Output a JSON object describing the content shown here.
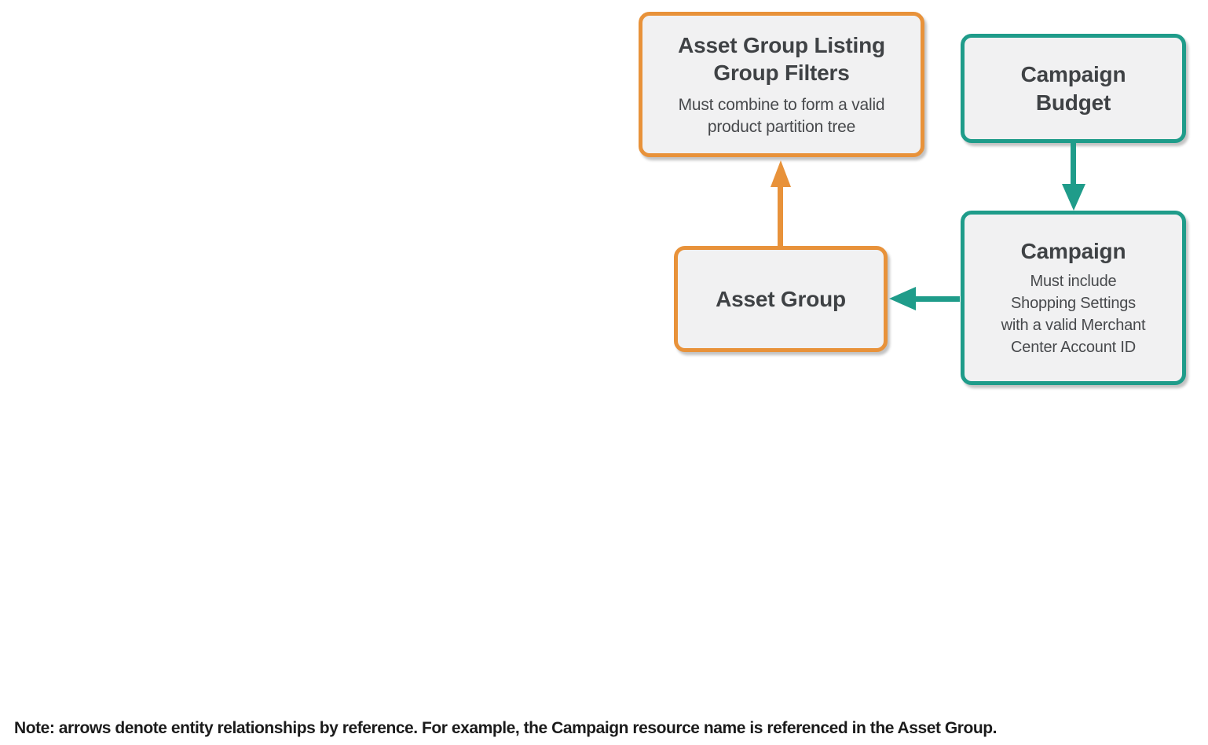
{
  "diagram": {
    "colors": {
      "orange": "#E8923A",
      "teal": "#1F9C8A",
      "box_fill": "#F1F1F2",
      "title_text": "#3F4245",
      "body_text": "#47494C",
      "note_text": "#1B1B1B"
    },
    "nodes": {
      "listing": {
        "title": "Asset Group Listing\nGroup Filters",
        "subtitle": "Must combine to form a valid\nproduct partition tree",
        "accent": "orange"
      },
      "budget": {
        "title": "Campaign\nBudget",
        "accent": "teal"
      },
      "campaign": {
        "title": "Campaign",
        "subtitle": "Must include\nShopping Settings\nwith a valid Merchant\nCenter Account ID",
        "accent": "teal"
      },
      "asset_group": {
        "title": "Asset Group",
        "accent": "orange"
      }
    },
    "edges": [
      {
        "from": "asset_group",
        "to": "listing",
        "color": "orange",
        "direction": "up"
      },
      {
        "from": "budget",
        "to": "campaign",
        "color": "teal",
        "direction": "down"
      },
      {
        "from": "campaign",
        "to": "asset_group",
        "color": "teal",
        "direction": "left"
      }
    ],
    "note": "Note: arrows denote entity relationships by reference. For example, the Campaign resource name is referenced in the Asset Group."
  }
}
